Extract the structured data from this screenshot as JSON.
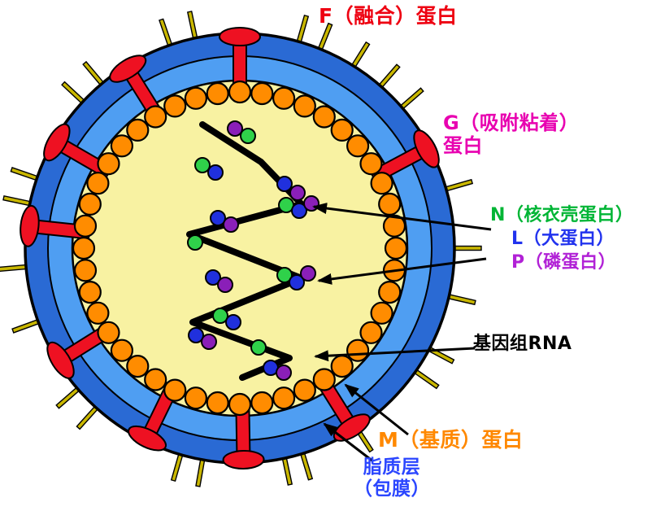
{
  "labels": {
    "f_protein": "F（融合）蛋白",
    "g_protein": "G（吸附粘着）\n蛋白",
    "n_protein": "N（核衣壳蛋白）",
    "l_protein": "L（大蛋白）",
    "p_protein": "P（磷蛋白）",
    "genome_rna": "基因组RNA",
    "m_protein": "M（基质）蛋白",
    "lipid_layer": "脂质层\n（包膜）"
  },
  "colors": {
    "envelope-outer": "#2a6ad4",
    "envelope-inner": "#4f9ef2",
    "capsid-interior": "#f8f2a2",
    "matrix-bead": "#ff8c00",
    "g-spike": "#c9b700",
    "f-protein": "#ee1122",
    "rna": "#000000",
    "n-bead": "#2fd14a",
    "l-bead": "#2030dd",
    "p-bead": "#8a1fb8",
    "label-f": "#ee0011",
    "label-g": "#e800b0",
    "label-n": "#00b535",
    "label-l": "#2233ee",
    "label-p": "#b121d6",
    "label-m": "#ff8800",
    "label-lipid": "#2b46ff",
    "label-rna": "#000000"
  }
}
